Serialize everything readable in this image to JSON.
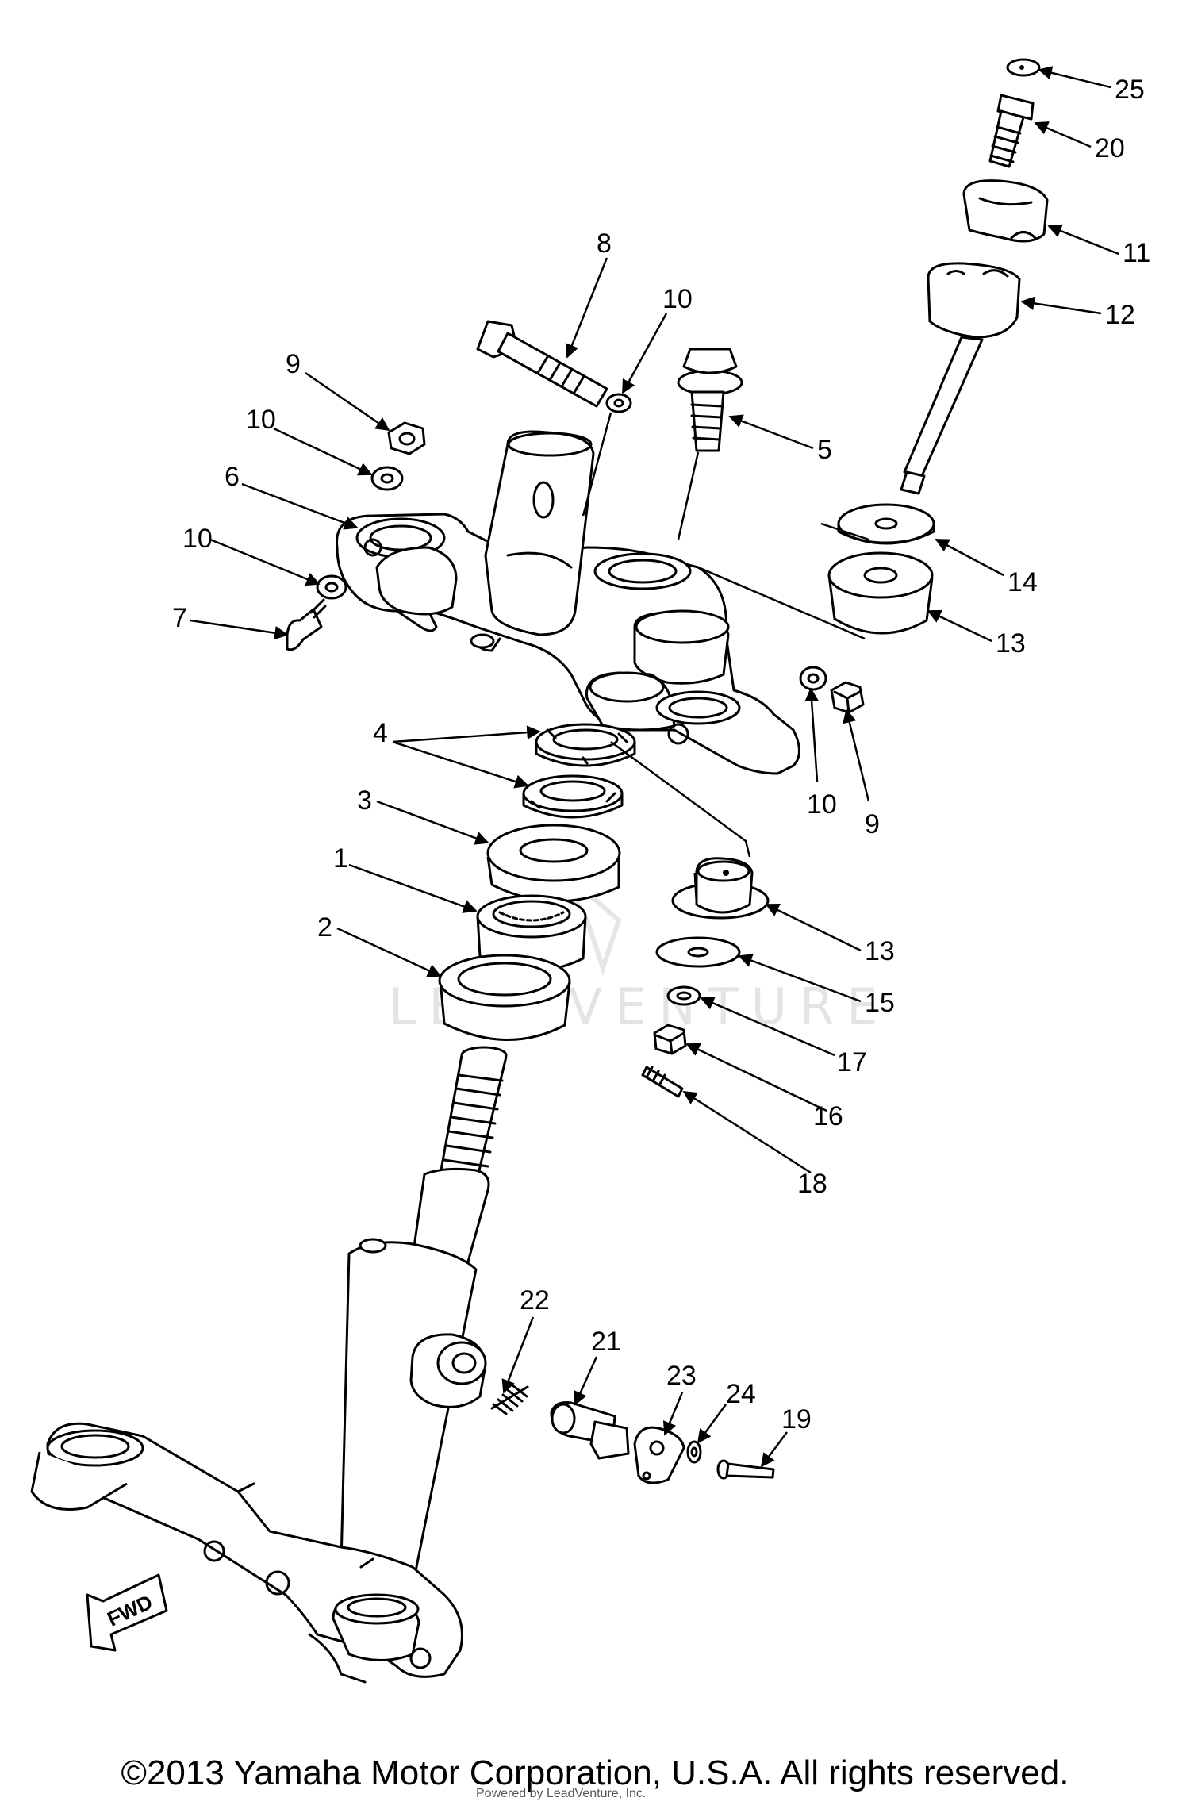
{
  "diagram": {
    "callouts": [
      {
        "id": "c1",
        "text": "1"
      },
      {
        "id": "c2",
        "text": "2"
      },
      {
        "id": "c3",
        "text": "3"
      },
      {
        "id": "c4",
        "text": "4"
      },
      {
        "id": "c5",
        "text": "5"
      },
      {
        "id": "c6",
        "text": "6"
      },
      {
        "id": "c7",
        "text": "7"
      },
      {
        "id": "c8",
        "text": "8"
      },
      {
        "id": "c9a",
        "text": "9"
      },
      {
        "id": "c9b",
        "text": "9"
      },
      {
        "id": "c10a",
        "text": "10"
      },
      {
        "id": "c10b",
        "text": "10"
      },
      {
        "id": "c10c",
        "text": "10"
      },
      {
        "id": "c10d",
        "text": "10"
      },
      {
        "id": "c11",
        "text": "11"
      },
      {
        "id": "c12",
        "text": "12"
      },
      {
        "id": "c13a",
        "text": "13"
      },
      {
        "id": "c13b",
        "text": "13"
      },
      {
        "id": "c14",
        "text": "14"
      },
      {
        "id": "c15",
        "text": "15"
      },
      {
        "id": "c16",
        "text": "16"
      },
      {
        "id": "c17",
        "text": "17"
      },
      {
        "id": "c18",
        "text": "18"
      },
      {
        "id": "c19",
        "text": "19"
      },
      {
        "id": "c20",
        "text": "20"
      },
      {
        "id": "c21",
        "text": "21"
      },
      {
        "id": "c22",
        "text": "22"
      },
      {
        "id": "c23",
        "text": "23"
      },
      {
        "id": "c24",
        "text": "24"
      },
      {
        "id": "c25",
        "text": "25"
      }
    ],
    "fwd_label": "FWD",
    "watermark": "LEADVENTURE"
  },
  "footer": {
    "copyright": "©2013 Yamaha Motor Corporation, U.S.A. All rights reserved.",
    "dealer_credit": "Powered by LeadVenture, Inc."
  }
}
